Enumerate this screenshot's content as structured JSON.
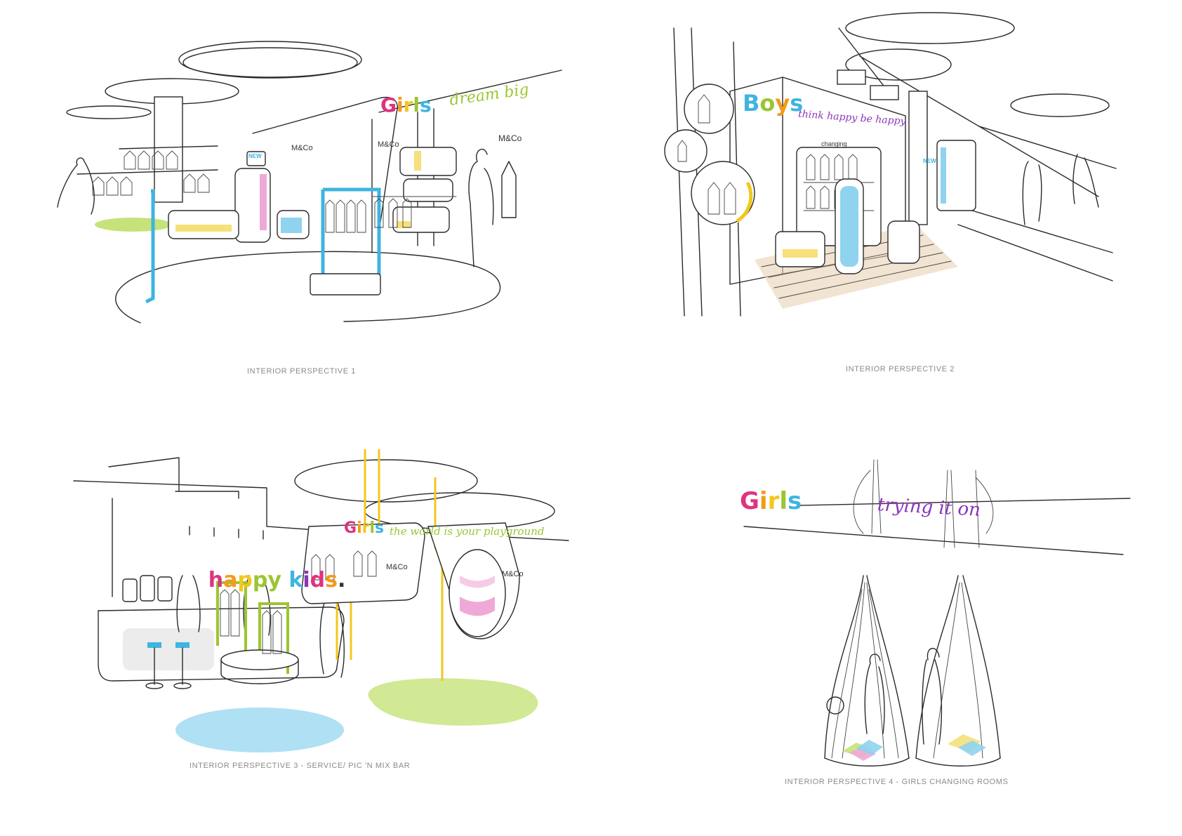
{
  "panels": [
    {
      "caption": "INTERIOR PERSPECTIVE 1",
      "sign": {
        "brand_letters": [
          "G",
          "i",
          "r",
          "l",
          "s"
        ],
        "tagline": "dream big"
      },
      "store_labels": [
        "M&Co",
        "M&Co",
        "M&Co"
      ],
      "badge": "NEW"
    },
    {
      "caption": "INTERIOR PERSPECTIVE 2",
      "sign": {
        "brand_letters": [
          "B",
          "o",
          "y",
          "s"
        ],
        "tagline": "think happy be happy"
      },
      "small_label": "changing",
      "badge": "NEW"
    },
    {
      "caption": "INTERIOR PERSPECTIVE 3 - SERVICE/ PIC 'N MIX BAR",
      "sign": {
        "brand_letters": [
          "G",
          "i",
          "r",
          "l",
          "s"
        ],
        "tagline": "the world is your playground"
      },
      "happy_kids": [
        "h",
        "a",
        "p",
        "p",
        "y",
        " ",
        "k",
        "i",
        "d",
        "s",
        "."
      ],
      "store_labels": [
        "M&Co",
        "M&Co"
      ]
    },
    {
      "caption": "INTERIOR PERSPECTIVE 4  - GIRLS CHANGING ROOMS",
      "sign": {
        "brand_letters": [
          "G",
          "i",
          "r",
          "l",
          "s"
        ],
        "tagline": "trying it on"
      }
    }
  ],
  "colors": {
    "pink": "#e0337e",
    "orange": "#f29a1c",
    "yellow": "#f2c81c",
    "green": "#9cc531",
    "blue": "#3fb4e0",
    "purple": "#8a35b8",
    "lime_floor": "#c6e27a",
    "blue_floor": "#8fd3ef",
    "pink_fill": "#f0a9d6",
    "yellow_fill": "#f6e07a",
    "wood": "#e9d2b4"
  }
}
